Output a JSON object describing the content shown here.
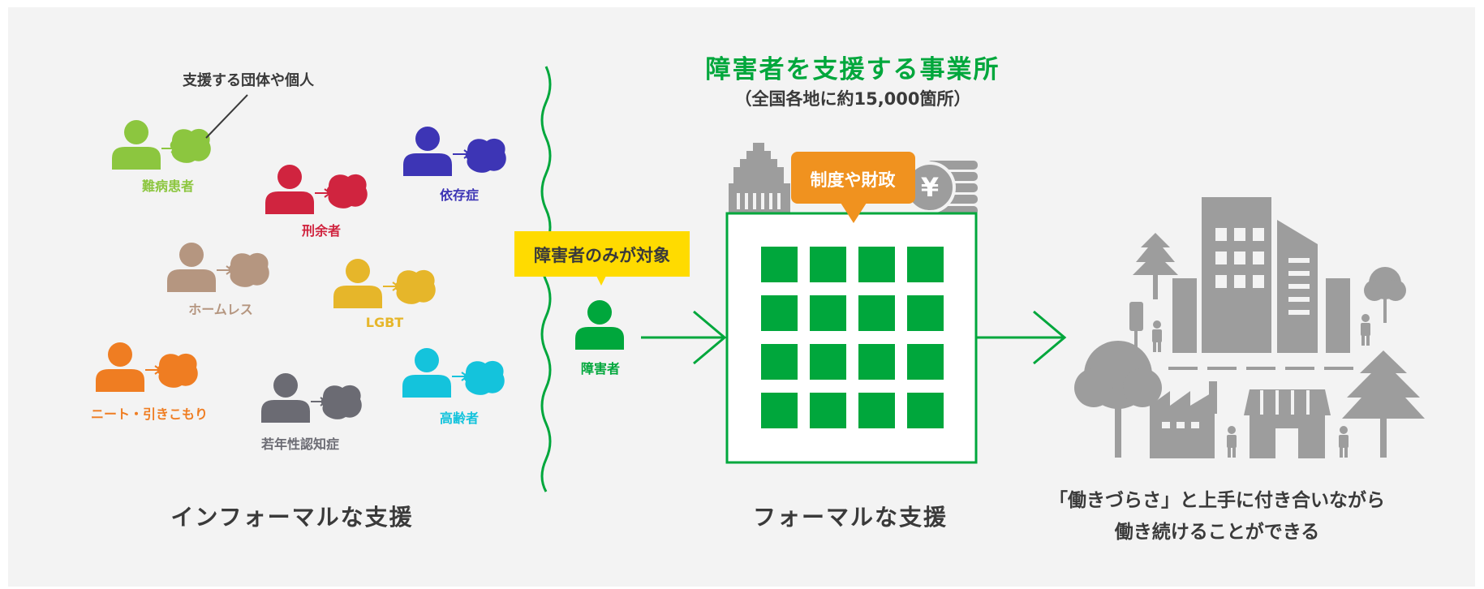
{
  "informal": {
    "supporter_label": "支援する団体や個人",
    "groups": [
      {
        "label": "難病患者",
        "color": "#8cc63f"
      },
      {
        "label": "刑余者",
        "color": "#d0243f"
      },
      {
        "label": "依存症",
        "color": "#3d35b5"
      },
      {
        "label": "ホームレス",
        "color": "#b59680"
      },
      {
        "label": "LGBT",
        "color": "#e6b62a"
      },
      {
        "label": "ニート・引きこもり",
        "color": "#ef7d22"
      },
      {
        "label": "若年性認知症",
        "color": "#6b6b73"
      },
      {
        "label": "高齢者",
        "color": "#14c3dc"
      }
    ],
    "caption": "インフォーマルな支援"
  },
  "formal": {
    "title": "障害者を支援する事業所",
    "subtitle": "（全国各地に約15,000箇所）",
    "system_label": "制度や財政",
    "yen_symbol": "¥",
    "target_bubble": "障害者のみが対象",
    "person_label": "障害者",
    "caption": "フォーマルな支援"
  },
  "outcome": {
    "line1": "「働きづらさ」と上手に付き合いながら",
    "line2": "働き続けることができる"
  },
  "colors": {
    "green": "#00a73c",
    "orange": "#f0921f",
    "yellow": "#ffdb00",
    "gray": "#9d9d9d",
    "text": "#3a3a3a"
  }
}
